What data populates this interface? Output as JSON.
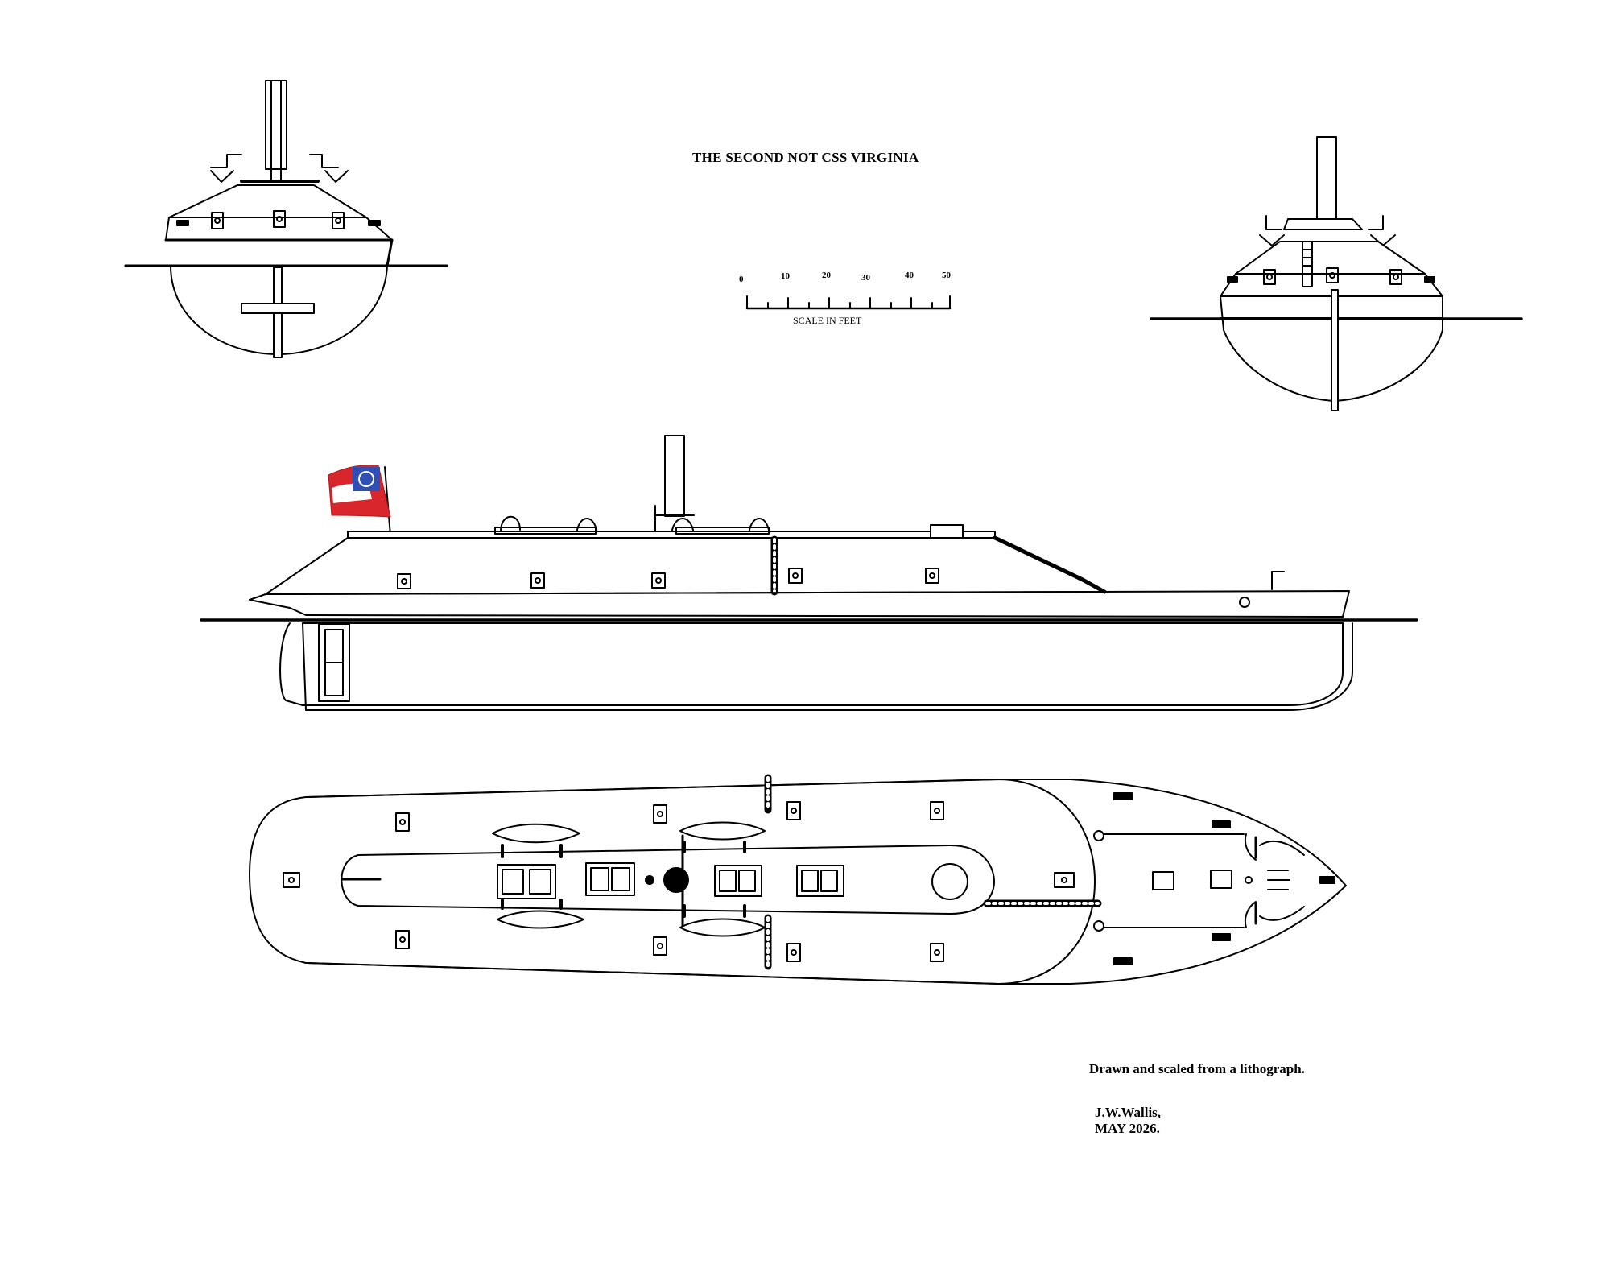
{
  "drawing": {
    "title": "THE SECOND NOT CSS VIRGINIA",
    "credit": "Drawn and scaled from a lithograph.",
    "author": "J.W.Wallis,",
    "date": "MAY 2026."
  },
  "scale_bar": {
    "caption": "SCALE IN FEET",
    "ticks": [
      "0",
      "10",
      "20",
      "30",
      "40",
      "50"
    ]
  },
  "views": {
    "bow": "bow-view",
    "stern": "stern-view",
    "profile": "profile-view",
    "plan": "deck-plan-view"
  },
  "colors": {
    "ink": "#000000",
    "paper": "#ffffff",
    "flag_red": "#d8262c",
    "flag_blue": "#2f4fb5",
    "flag_white": "#ffffff"
  }
}
